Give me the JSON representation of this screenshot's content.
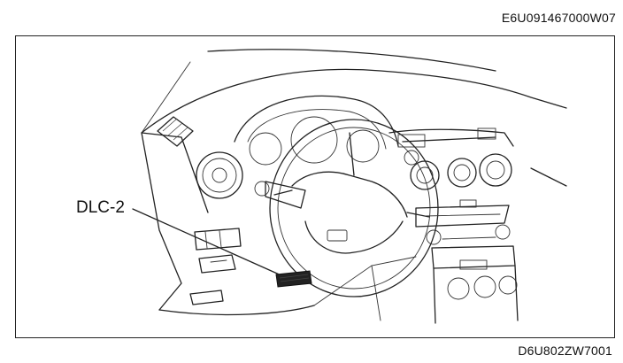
{
  "doc_ref_top": "E6U091467000W07",
  "doc_ref_bottom": "D6U802ZW7001",
  "callout_label": "DLC-2"
}
